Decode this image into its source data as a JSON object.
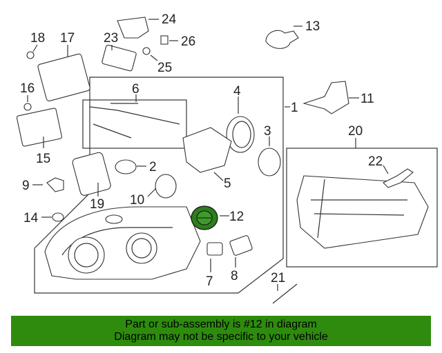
{
  "callouts": [
    "1",
    "2",
    "3",
    "4",
    "5",
    "6",
    "7",
    "8",
    "9",
    "10",
    "11",
    "12",
    "13",
    "14",
    "15",
    "16",
    "17",
    "18",
    "19",
    "20",
    "21",
    "22",
    "23",
    "24",
    "25",
    "26"
  ],
  "banner": {
    "line1": "Part or sub-assembly is #12 in diagram",
    "line2": "Diagram may not be specific to your vehicle"
  },
  "colors": {
    "banner_bg": "#2e8b0e",
    "highlight_part": "#2e7d1f"
  }
}
